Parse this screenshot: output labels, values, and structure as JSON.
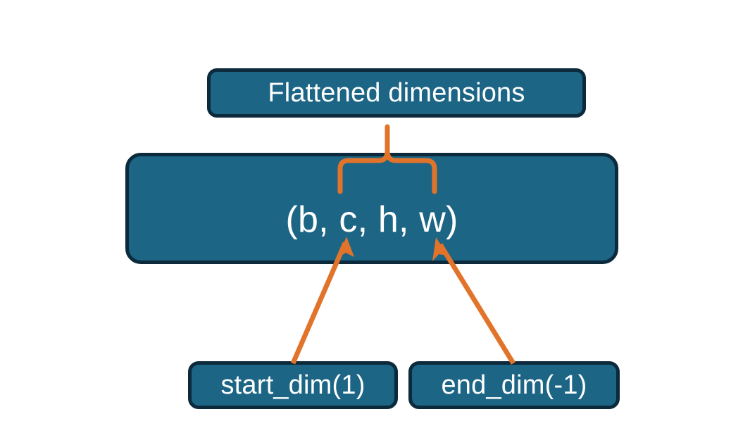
{
  "diagram": {
    "title_node": {
      "label": "Flattened dimensions"
    },
    "shape_node": {
      "label": "(b, c, h, w)"
    },
    "start_node": {
      "label": "start_dim(1)"
    },
    "end_node": {
      "label": "end_dim(-1)"
    },
    "connectors": {
      "brace_name": "curly-brace-connector",
      "start_arrow_name": "start-dim-arrow",
      "end_arrow_name": "end-dim-arrow"
    },
    "colors": {
      "node_fill": "#1c6585",
      "node_border": "#0c2a3c",
      "node_text": "#ffffff",
      "connector": "#e2732b",
      "background": "#ffffff"
    }
  }
}
